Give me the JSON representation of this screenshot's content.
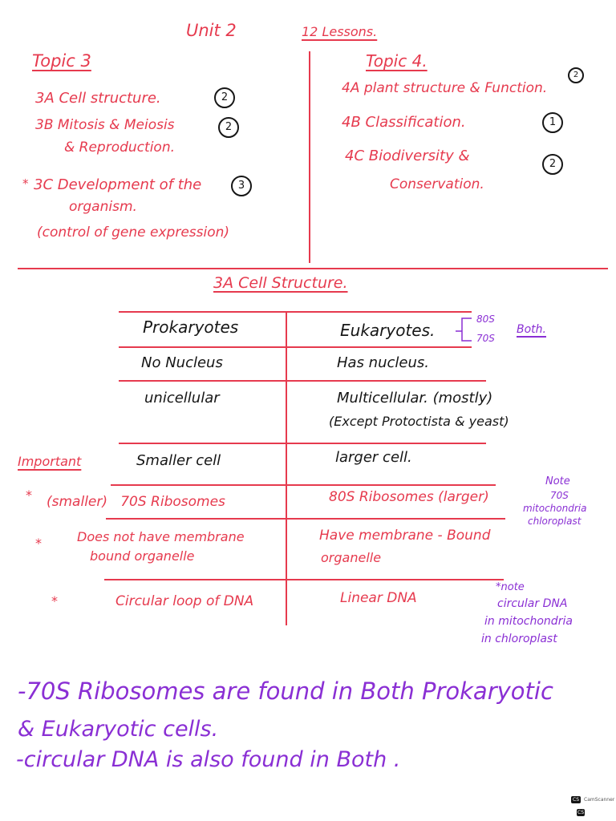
{
  "header": {
    "unit": "Unit 2",
    "lessons": "12 Lessons."
  },
  "topic3": {
    "title": "Topic 3",
    "items": [
      {
        "text": "3A Cell structure.",
        "count": "2"
      },
      {
        "text": "3B Mitosis & Meiosis",
        "text2": "& Reproduction.",
        "count": "2"
      },
      {
        "star": "*",
        "text": "3C Development of the",
        "text2": "organism.",
        "text3": "(control of gene expression)",
        "count": "3"
      }
    ]
  },
  "topic4": {
    "title": "Topic 4.",
    "items": [
      {
        "text": "4A plant structure & Function.",
        "count": "2"
      },
      {
        "text": "4B Classification.",
        "count": "1"
      },
      {
        "text": "4C Biodiversity &",
        "text2": "Conservation.",
        "count": "2"
      }
    ]
  },
  "section_title": "3A Cell Structure.",
  "important_label": "Important",
  "table": {
    "headers": [
      "Prokaryotes",
      "Eukaryotes."
    ],
    "rows": [
      {
        "left": "No Nucleus",
        "right": "Has nucleus."
      },
      {
        "left": "unicellular",
        "right": "Multicellular. (mostly)",
        "right2": "(Except Protoctista & yeast)"
      },
      {
        "left": "Smaller cell",
        "right": "larger cell."
      },
      {
        "star": "*",
        "left": "(smaller)   70S Ribosomes",
        "right": "80S Ribosomes (larger)"
      },
      {
        "star": "*",
        "left": "Does not have membrane",
        "left2": "bound organelle",
        "right": "Have membrane - Bound",
        "right2": "organelle"
      },
      {
        "star": "*",
        "left": "Circular loop of DNA",
        "right": "Linear DNA"
      }
    ]
  },
  "annotations": {
    "both_80s": "80S",
    "both_70s": "70S",
    "both_label": "Both.",
    "note1": [
      "Note",
      "70S",
      "mitochondria",
      "chloroplast"
    ],
    "note2": [
      "*note",
      "circular DNA",
      "in mitochondria",
      "in chloroplast"
    ]
  },
  "bottom_notes": [
    "-70S Ribosomes are found in Both Prokaryotic",
    "& Eukaryotic cells.",
    "-circular DNA is also found in Both ."
  ],
  "footer": {
    "logo": "CS",
    "logo_text": "CamScanner"
  },
  "colors": {
    "red_ink": "#e63a4e",
    "black_ink": "#161616",
    "purple_ink": "#8a2fd4"
  }
}
